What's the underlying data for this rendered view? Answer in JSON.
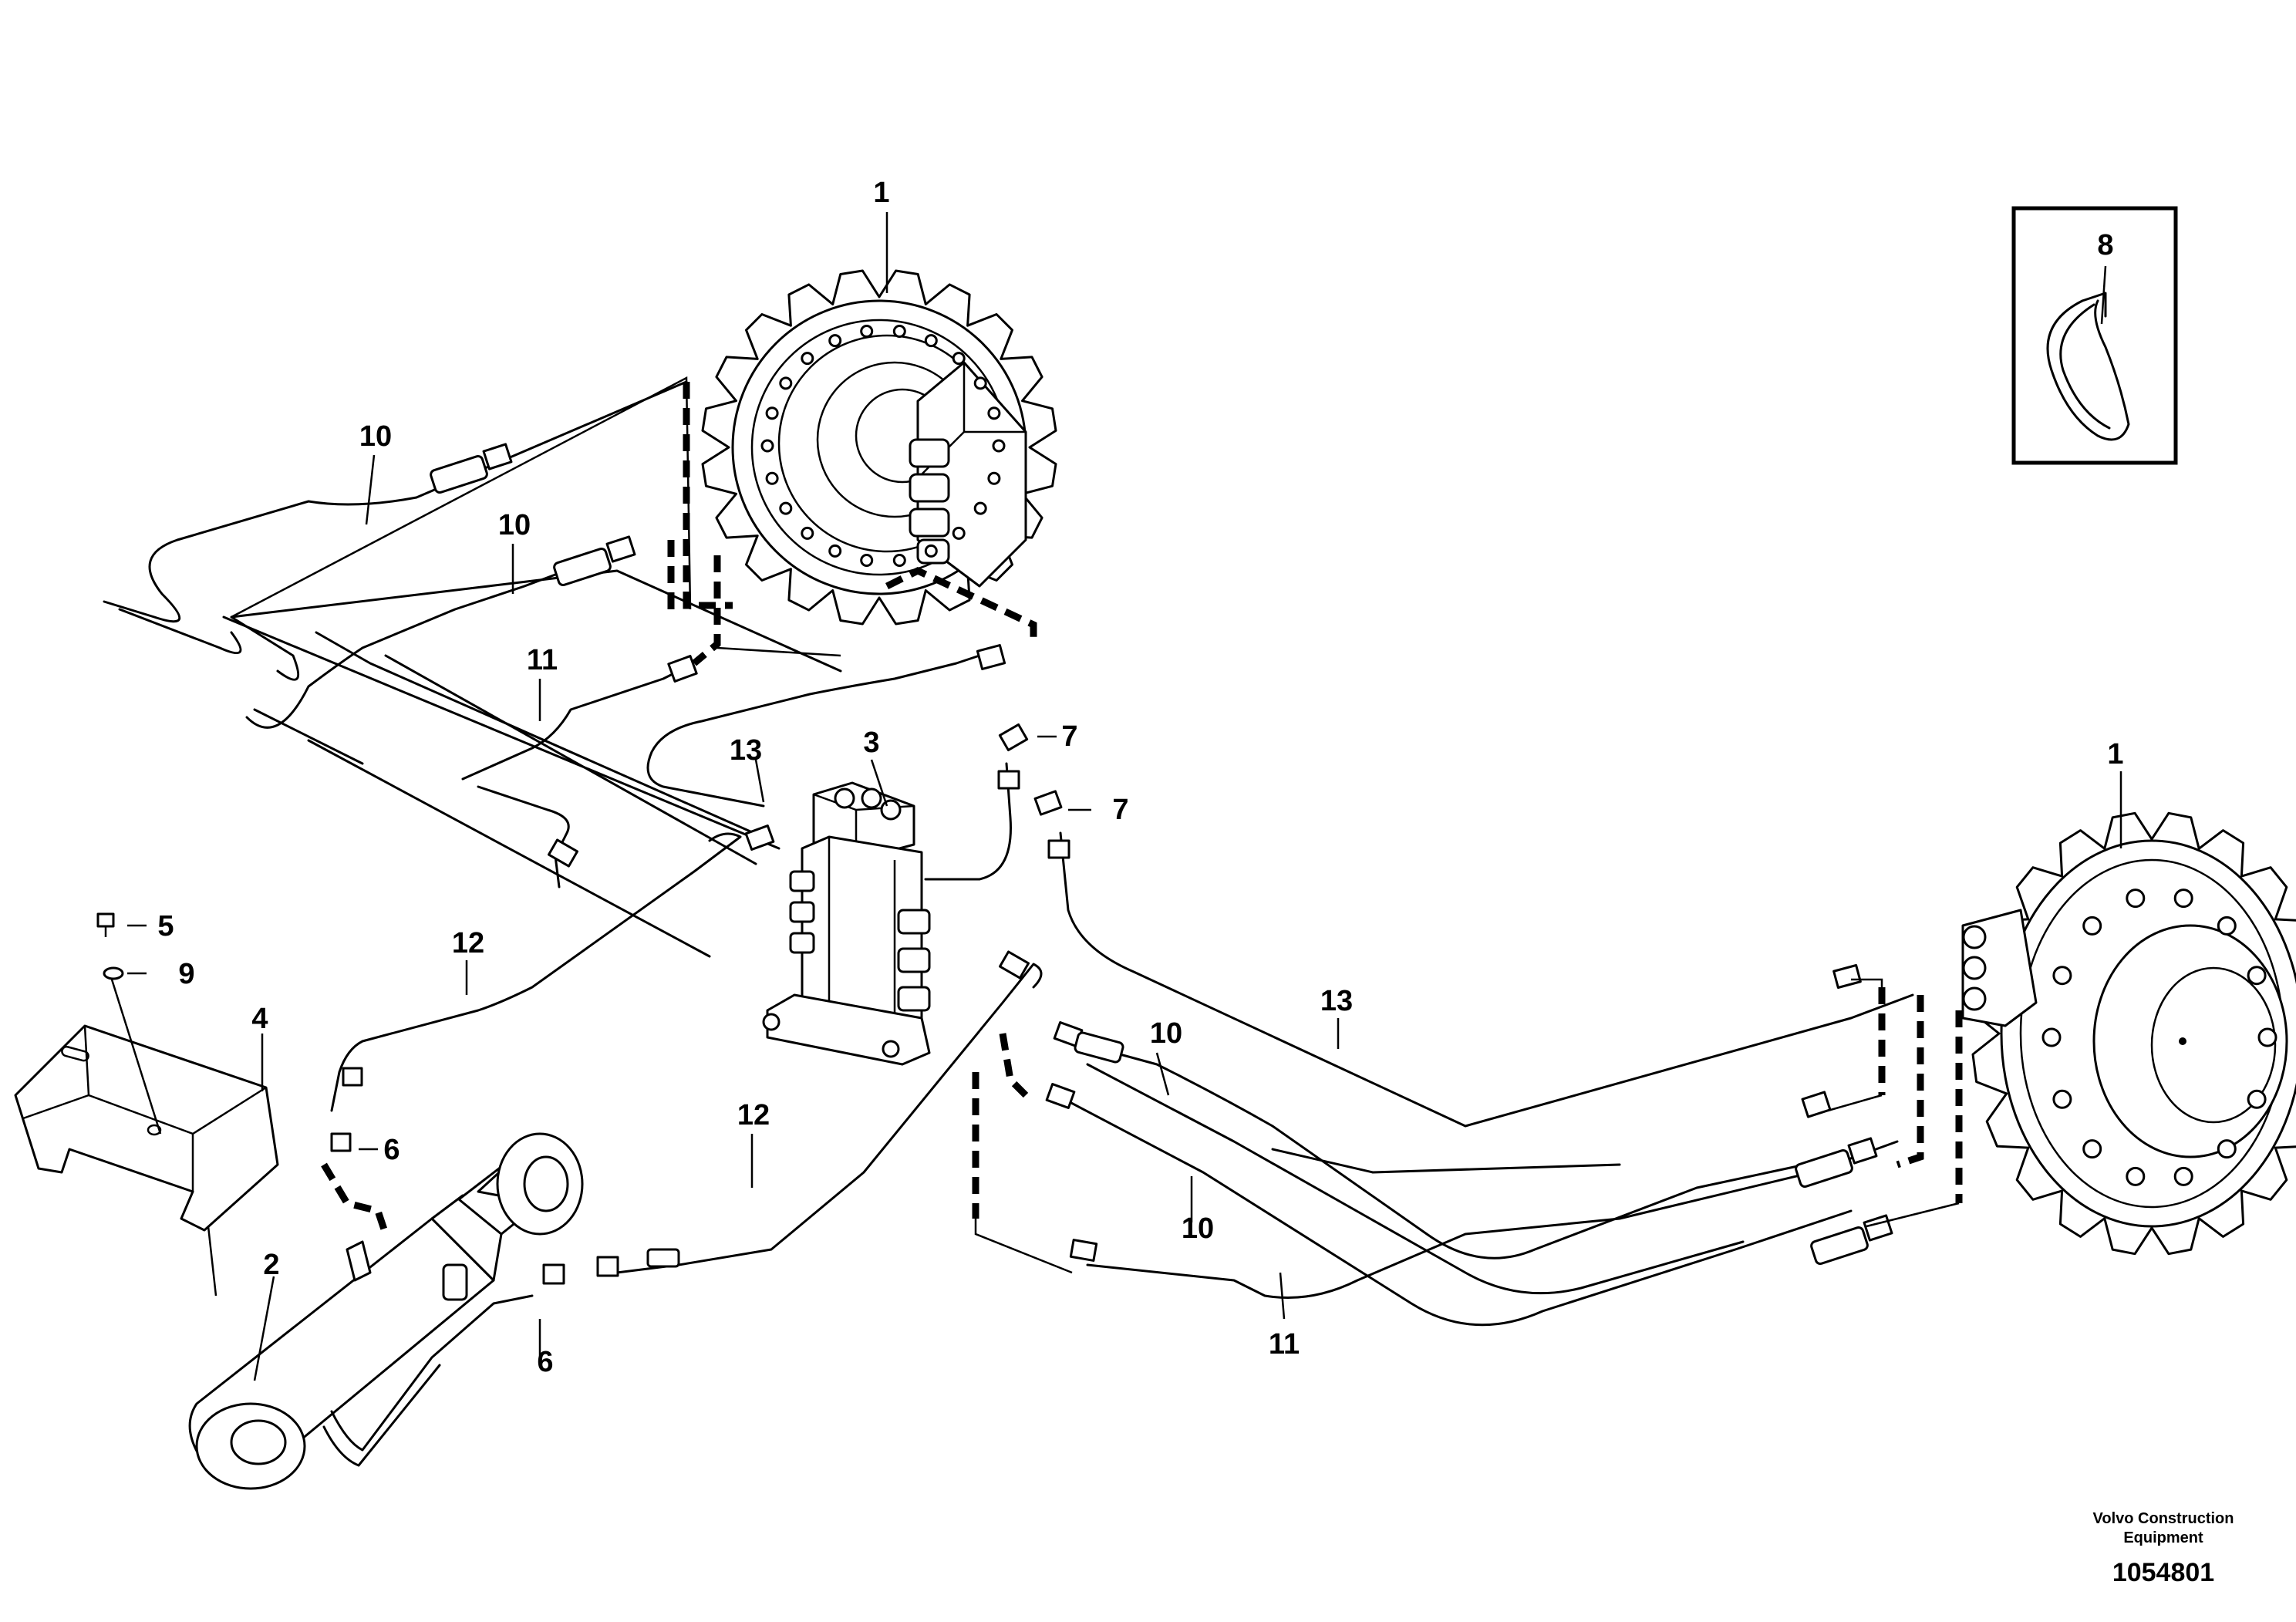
{
  "diagram": {
    "callouts": {
      "c1_top": "1",
      "c1_right": "1",
      "c2": "2",
      "c3": "3",
      "c4": "4",
      "c5": "5",
      "c6_left": "6",
      "c6_bottom": "6",
      "c7_top": "7",
      "c7_mid": "7",
      "c8": "8",
      "c9": "9",
      "c10_a": "10",
      "c10_b": "10",
      "c10_c": "10",
      "c10_d": "10",
      "c11_top": "11",
      "c11_bottom": "11",
      "c12_left": "12",
      "c12_mid": "12",
      "c13_top": "13",
      "c13_right": "13"
    },
    "footer": {
      "company_line1": "Volvo Construction",
      "company_line2": "Equipment",
      "drawing_number": "1054801"
    }
  }
}
